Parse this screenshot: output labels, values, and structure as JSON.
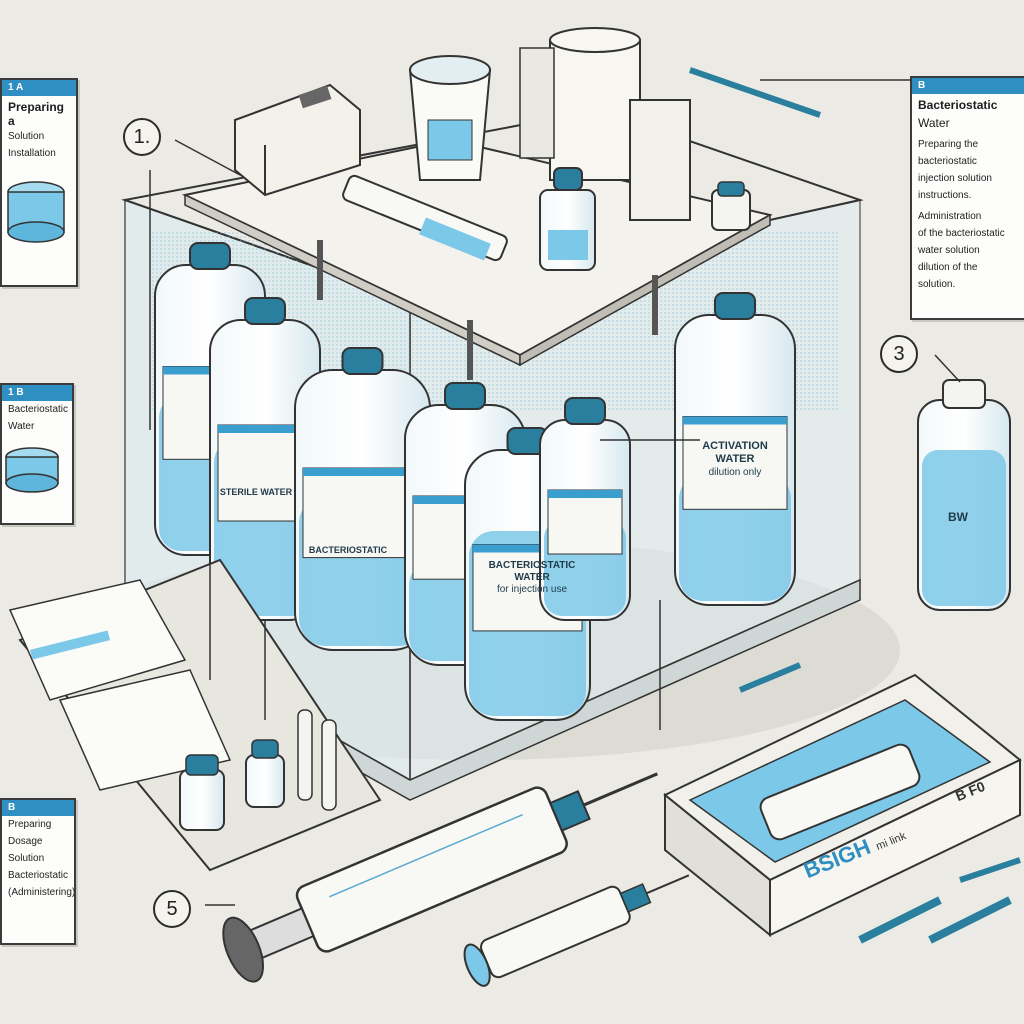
{
  "step_markers": [
    "1.",
    "3",
    "5"
  ],
  "panels": {
    "top_left": {
      "tag": "1 A",
      "heading": "Preparing a",
      "lines": [
        "Solution",
        "Installation"
      ]
    },
    "mid_left": {
      "tag": "1 B",
      "lines": [
        "Bacteriostatic",
        "Water"
      ]
    },
    "bottom_left": {
      "tag": "B",
      "lines": [
        "Preparing",
        "Dosage",
        "Solution",
        "Bacteriostatic",
        "(Administering)"
      ]
    },
    "top_right": {
      "tag": "B",
      "heading": "Bacteriostatic",
      "subheading": "Water",
      "paragraph1": [
        "Preparing the",
        "bacteriostatic",
        "injection solution",
        "instructions."
      ],
      "paragraph2": [
        "Administration",
        "of the bacteriostatic",
        "water solution",
        "dilution of the",
        "solution."
      ]
    }
  },
  "labels": {
    "front_bottle": "BACTERIOSTATIC WATER",
    "front_bottle_sub": "for injection use",
    "right_bottle": "ACTIVATION WATER",
    "right_bottle_sub": "dilution only",
    "mid_bottle": "BACTERIOSTATIC",
    "left_bottle": "STERILE WATER",
    "tray_brand": "BSIGH",
    "tray_brand_sub": "mi link",
    "tray_code": "B",
    "tray_code2": "F0",
    "standalone_bottle_mark": "BW"
  },
  "colors": {
    "accent": "#2f8fc2",
    "liquid": "#7cc8e8",
    "liquid_dark": "#3a9fcf",
    "cap": "#2a7f9e",
    "glass": "#e8f3f7",
    "tray": "#e4e3dc"
  }
}
